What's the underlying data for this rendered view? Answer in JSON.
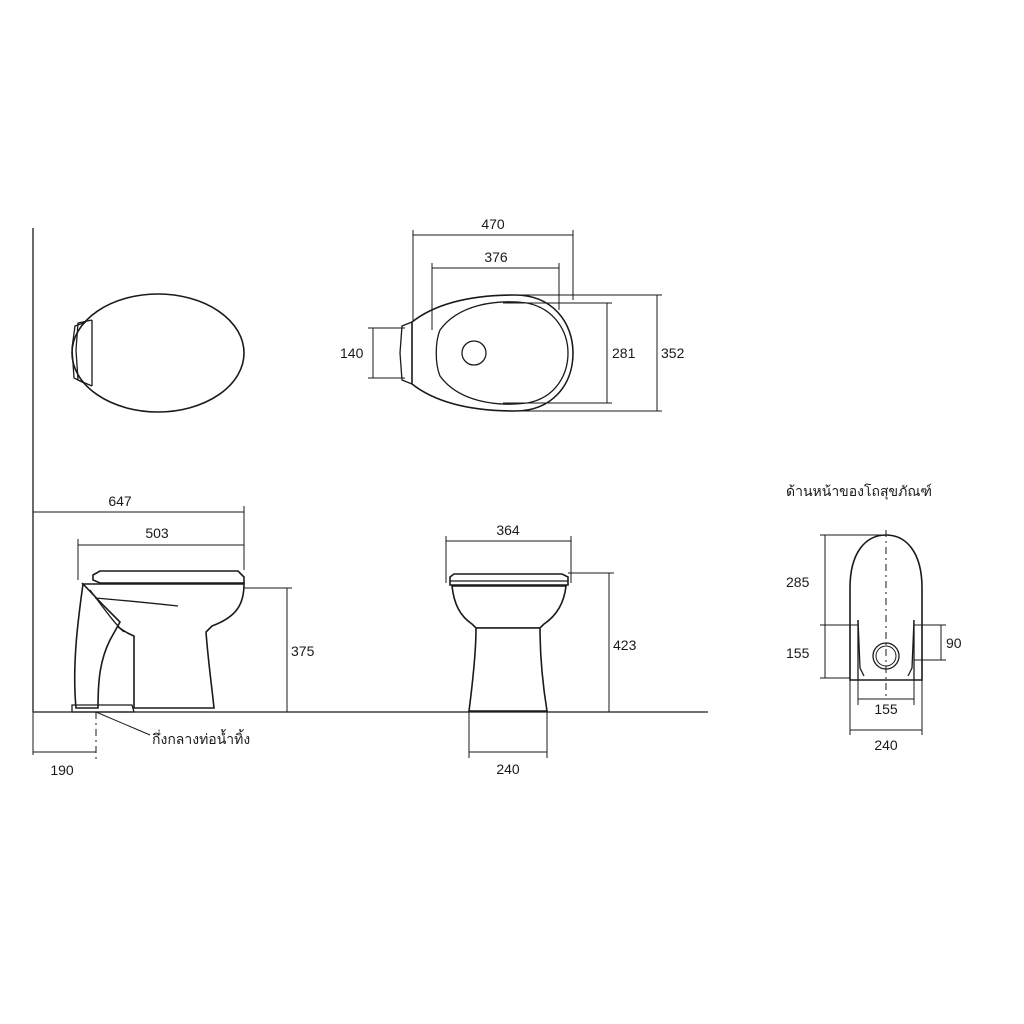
{
  "dimensions": {
    "top_width_total": "470",
    "top_width_bowl": "376",
    "top_height_inner": "281",
    "top_height_total": "352",
    "top_hinge_width": "140",
    "side_length_total": "647",
    "side_length_bowl": "503",
    "side_height": "375",
    "side_outlet_offset": "190",
    "front_width_top": "364",
    "front_height": "423",
    "front_base_width": "240",
    "base_height_front": "285",
    "base_height_outlet": "155",
    "base_outlet_dia": "90",
    "base_inner_width": "155",
    "base_width": "240"
  },
  "labels": {
    "outlet_center": "กึ่งกลางท่อน้ำทิ้ง",
    "front_of_toilet": "ด้านหน้าของโถสุขภัณฑ์"
  }
}
